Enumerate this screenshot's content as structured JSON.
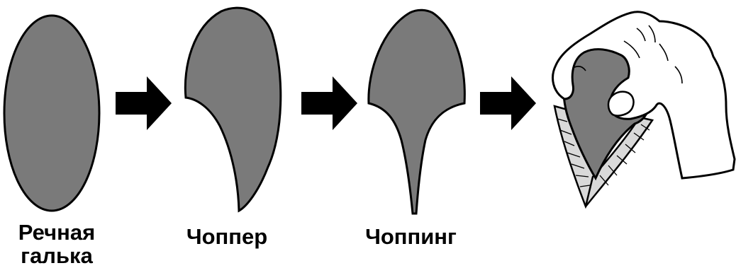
{
  "stages": [
    {
      "id": "pebble",
      "label_line1": "Речная",
      "label_line2": "галька"
    },
    {
      "id": "chopper",
      "label": "Чоппер"
    },
    {
      "id": "chopping",
      "label": "Чоппинг"
    },
    {
      "id": "hand-tool"
    }
  ],
  "colors": {
    "stone_fill": "#7a7a7a",
    "stone_stroke": "#000000",
    "arrow": "#000000",
    "flake_fill": "#d9d9d9",
    "background": "#ffffff"
  },
  "icons": [
    "arrow-right-icon",
    "hand-icon"
  ]
}
